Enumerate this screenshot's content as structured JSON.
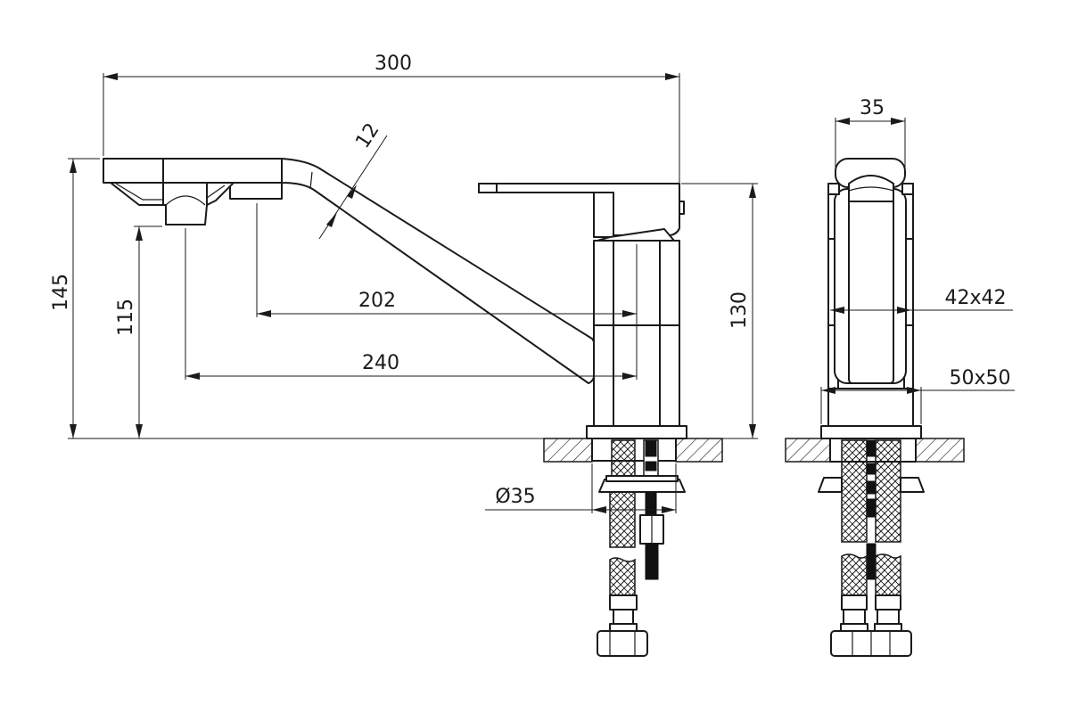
{
  "labels": {
    "overall_length": "300",
    "pipe_diameter": "12",
    "reach_inner": "202",
    "reach_outer": "240",
    "total_height": "145",
    "outlet_height": "115",
    "body_height": "130",
    "handle_width": "35",
    "body_section": "42x42",
    "base_section": "50x50",
    "mount_hole": "Ø35"
  },
  "colors": {
    "line": "#1a1a1a",
    "background": "#ffffff"
  }
}
